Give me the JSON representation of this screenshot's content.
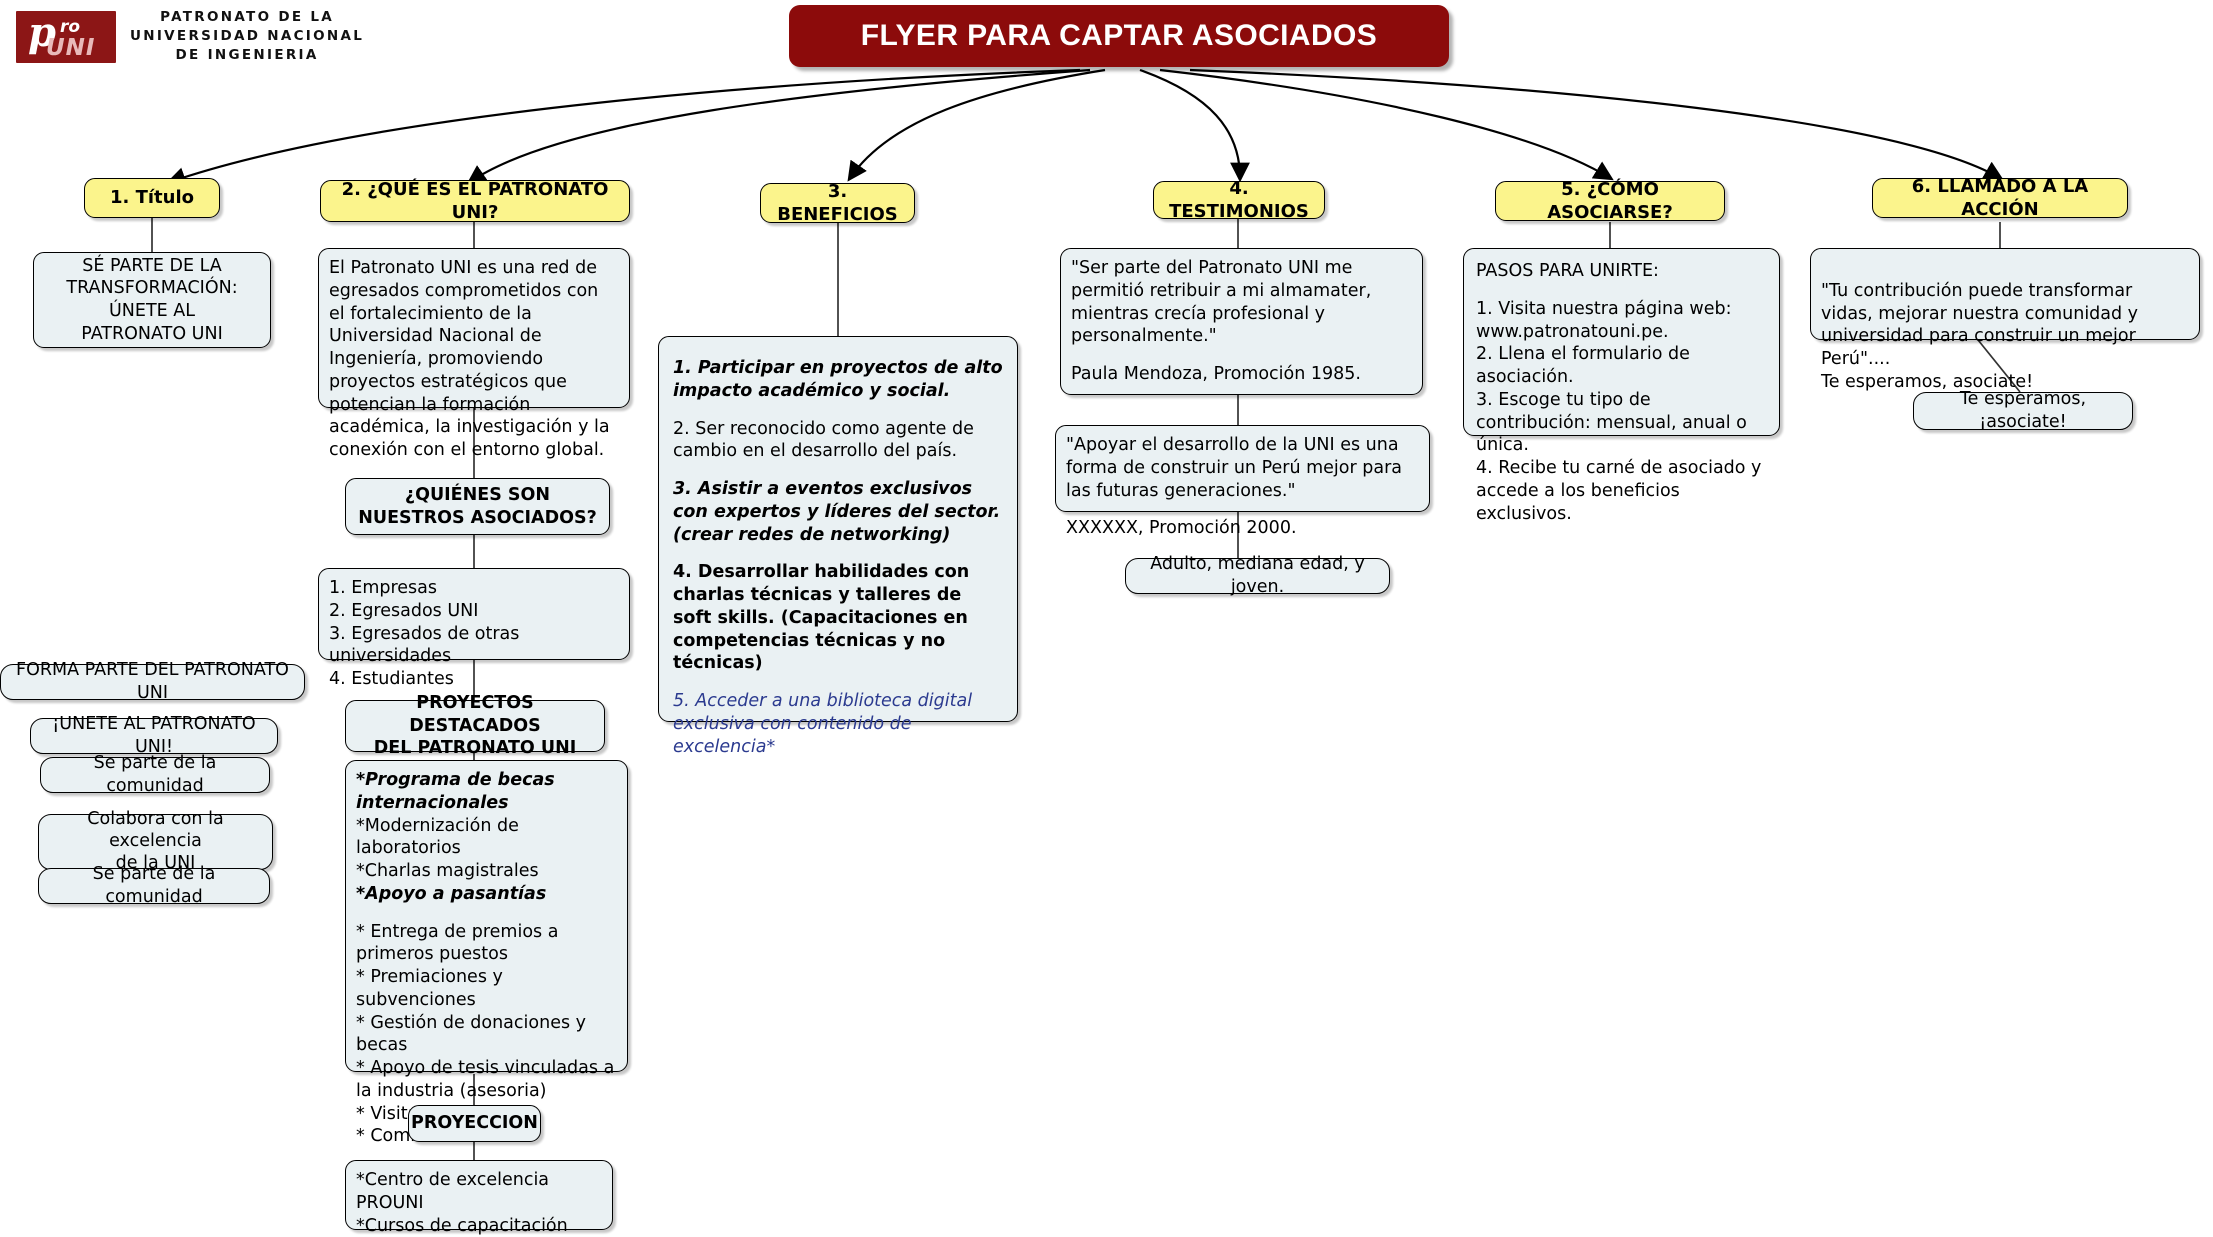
{
  "logo": {
    "mark_p": "p",
    "mark_ro": "ro",
    "mark_uni": "UNI",
    "line1": "PATRONATO DE LA",
    "line2": "UNIVERSIDAD NACIONAL",
    "line3": "DE INGENIERIA",
    "color": "#8c1616"
  },
  "banner": {
    "title": "FLYER PARA CAPTAR ASOCIADOS",
    "color": "#8c0b0b"
  },
  "colors": {
    "header_yellow": "#fbf48c",
    "node_fill": "#eaf1f3",
    "accent_blue": "#2b3a8f"
  },
  "branches": [
    {
      "id": "titulo",
      "header": "1. Título"
    },
    {
      "id": "que-es",
      "header": "2. ¿QUÉ ES EL PATRONATO UNI?"
    },
    {
      "id": "beneficios",
      "header": "3. BENEFICIOS"
    },
    {
      "id": "testimonios",
      "header": "4. TESTIMONIOS"
    },
    {
      "id": "asociarse",
      "header": "5. ¿CÓMO ASOCIARSE?"
    },
    {
      "id": "llamado",
      "header": "6. LLAMADO A LA ACCIÓN"
    }
  ],
  "titulo": {
    "slogan": "SÉ PARTE DE LA\nTRANSFORMACIÓN:\nÚNETE AL\nPATRONATO UNI"
  },
  "que_es": {
    "definition": "El Patronato UNI es una red de egresados comprometidos con el fortalecimiento de la Universidad Nacional de Ingeniería, promoviendo proyectos estratégicos que potencian la formación académica, la investigación y la conexión con el entorno global.",
    "quienes_header": "¿QUIÉNES SON\nNUESTROS ASOCIADOS?",
    "quienes_list": [
      "1. Empresas",
      "2. Egresados UNI",
      "3. Egresados de otras universidades",
      "4. Estudiantes"
    ],
    "proyectos_header": "PROYECTOS DESTACADOS\nDEL PATRONATO UNI",
    "proyectos_items": [
      {
        "text": "*Programa de becas internacionales",
        "style": "bold-italic"
      },
      {
        "text": "*Modernización de laboratorios",
        "style": "normal"
      },
      {
        "text": "*Charlas magistrales",
        "style": "normal"
      },
      {
        "text": "*Apoyo a pasantías",
        "style": "bold-italic"
      },
      {
        "text": "",
        "style": "spacer"
      },
      {
        "text": "* Entrega de premios a primeros puestos",
        "style": "normal"
      },
      {
        "text": "* Premiaciones y subvenciones",
        "style": "normal"
      },
      {
        "text": "* Gestión de donaciones y becas",
        "style": "normal"
      },
      {
        "text": "* Apoyo de tesis vinculadas a la industria (asesoria)",
        "style": "normal"
      },
      {
        "text": "* Visitas a empresas",
        "style": "normal"
      },
      {
        "text": "* Comités PROUNI",
        "style": "normal"
      }
    ],
    "proyeccion_header": "PROYECCION",
    "proyeccion_items": [
      "*Centro de excelencia PROUNI",
      "*Cursos de capacitación"
    ]
  },
  "beneficios": {
    "items": [
      {
        "num": "1.",
        "text": " Participar en proyectos de alto impacto académico y social.",
        "style": "bold-italic"
      },
      {
        "num": "2.",
        "text": " Ser reconocido como agente de cambio en el desarrollo del país.",
        "style": "normal"
      },
      {
        "num": "3.",
        "text": " Asistir a eventos exclusivos con expertos y líderes del sector. (crear redes de networking)",
        "style": "bold-italic"
      },
      {
        "num": "4.",
        "text": " Desarrollar habilidades con charlas técnicas y talleres de soft skills. (Capacitaciones en competencias técnicas y no técnicas)",
        "style": "bold"
      },
      {
        "num": "5.",
        "text": " Acceder a una biblioteca digital exclusiva con contenido de excelencia*",
        "style": "blue-italic"
      }
    ]
  },
  "testimonios": {
    "quote1": "\"Ser parte del Patronato UNI me permitió  retribuir a mi almamater, mientras crecía profesional y personalmente.\"",
    "author1": "Paula Mendoza, Promoción 1985.",
    "quote2": "\"Apoyar el desarrollo de la UNI es una forma de construir un Perú mejor para las futuras generaciones.\"",
    "author2": "XXXXXX, Promoción 2000.",
    "audience": "Adulto, mediana edad, y joven."
  },
  "asociarse": {
    "steps_header": "PASOS PARA UNIRTE:",
    "steps": [
      "1. Visita nuestra página web: www.patronatouni.pe.",
      "2. Llena el formulario de asociación.",
      "3. Escoge tu tipo de contribución: mensual, anual o única.",
      "4. Recibe tu carné de asociado y accede a los beneficios exclusivos."
    ]
  },
  "llamado": {
    "quote": "\"Tu contribución puede transformar vidas,  mejorar nuestra comunidad y universidad para construir  un mejor Perú\"....\nTe esperamos, asociate!",
    "cta": "Te esperamos, ¡asociate!"
  },
  "loose_tags": [
    "FORMA PARTE DEL PATRONATO UNI",
    "¡UNETE AL PATRONATO UNI!",
    "Se parte de la comunidad",
    "Colabora con la excelencia\nde la UNI",
    "Se parte de la comunidad"
  ]
}
